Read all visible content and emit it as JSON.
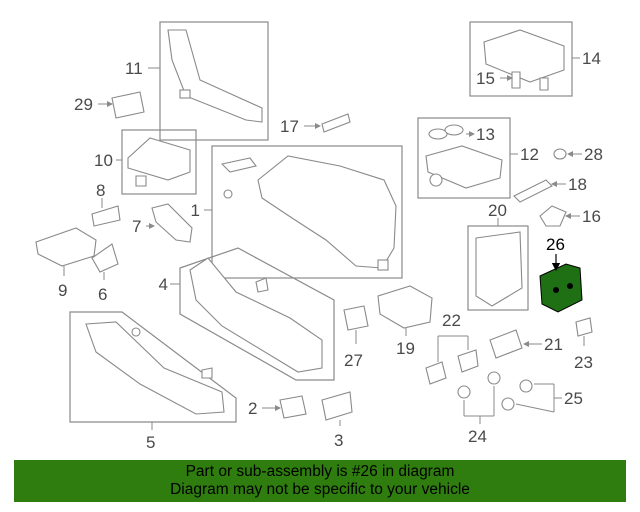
{
  "callouts": {
    "c1": "1",
    "c2": "2",
    "c3": "3",
    "c4": "4",
    "c5": "5",
    "c6": "6",
    "c7": "7",
    "c8": "8",
    "c9": "9",
    "c10": "10",
    "c11": "11",
    "c12": "12",
    "c13": "13",
    "c14": "14",
    "c15": "15",
    "c16": "16",
    "c17": "17",
    "c18": "18",
    "c19": "19",
    "c20": "20",
    "c21": "21",
    "c22": "22",
    "c23": "23",
    "c24": "24",
    "c25": "25",
    "c26": "26",
    "c27": "27",
    "c28": "28",
    "c29": "29"
  },
  "highlighted_part": "26",
  "colors": {
    "highlight": "#1f6f14",
    "banner": "#2e7d0e",
    "line": "#8a8a8a"
  },
  "banner": {
    "line1": "Part or sub-assembly is #26 in diagram",
    "line2": "Diagram may not be specific to your vehicle"
  }
}
